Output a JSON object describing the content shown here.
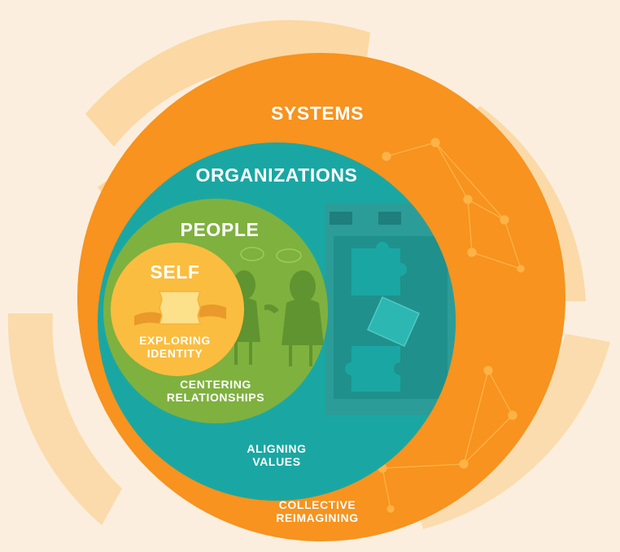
{
  "colors": {
    "background": "#fbeede",
    "arc_light": "#fbd49a",
    "systems": "#f7931e",
    "organizations": "#1aa7a3",
    "people": "#7fb13f",
    "self": "#fbbd3f"
  },
  "rings": [
    {
      "id": "systems",
      "title": "SYSTEMS",
      "subtitle": [
        "COLLECTIVE",
        "REIMAGINING"
      ]
    },
    {
      "id": "organizations",
      "title": "ORGANIZATIONS",
      "subtitle": [
        "ALIGNING",
        "VALUES"
      ]
    },
    {
      "id": "people",
      "title": "PEOPLE",
      "subtitle": [
        "CENTERING",
        "RELATIONSHIPS"
      ]
    },
    {
      "id": "self",
      "title": "SELF",
      "subtitle": [
        "EXPLORING",
        "IDENTITY"
      ]
    }
  ],
  "icons": [
    "hands-holding-paper-icon",
    "people-conversation-icon",
    "puzzle-board-icon",
    "network-nodes-icon"
  ]
}
